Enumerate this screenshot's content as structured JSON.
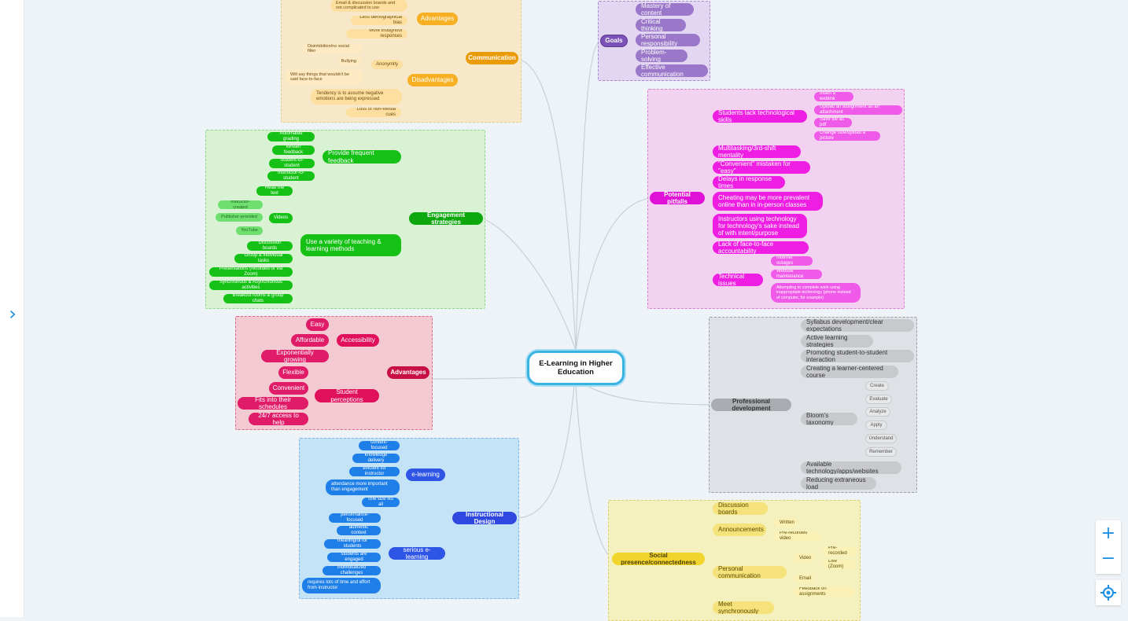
{
  "central": "E-Learning in Higher Education",
  "communication": {
    "title": "Communication",
    "advantages": {
      "label": "Advantages",
      "items": [
        "Email & discussion boards and not complicated to use",
        "Less demographical bias",
        "More thoughtful responses"
      ]
    },
    "disadvantages": {
      "label": "Disadvantages",
      "anonymity": {
        "label": "Anonymity",
        "items": [
          "Disinhibition/no social filter",
          "Bullying",
          "Will say things that wouldn't be said face-to-face"
        ]
      },
      "items": [
        "Tendency is to assume negative emotions are being expressed",
        "Loss of non-verbal cues"
      ]
    }
  },
  "goals": {
    "title": "Goals",
    "items": [
      "Mastery of content",
      "Critical thinking",
      "Personal responsibility",
      "Problem-solving",
      "Effective communication"
    ]
  },
  "pitfalls": {
    "title": "Potential pitfalls",
    "tech_skills": {
      "label": "Students lack technological skills",
      "items": [
        "Insert a weblink",
        "Upload an assignment as an attachment",
        "Save file as pdf",
        "Change size/upload a picture"
      ]
    },
    "items": [
      "Multitasking/3rd-shift mentality",
      "\"Convenient\" mistaken for \"easy\"",
      "Delays in response times",
      "Cheating may be more prevalent online than in in-person classes",
      "Instructors using technology for technology's sake instead of with intent/purpose",
      "Lack of face-to-face accountability"
    ],
    "technical": {
      "label": "Technical issues",
      "items": [
        "Internet outages",
        "Website maintenance",
        "Attempting to complete work using inappropriate technology (phone instead of computer, for example)"
      ]
    }
  },
  "engagement": {
    "title": "Engagement strategies",
    "feedback": {
      "label": "Provide frequent feedback",
      "items": [
        "Automated grading",
        "Written feedback",
        "Student-to-student",
        "Instructor-to-student"
      ]
    },
    "variety": {
      "label": "Use a variety of teaching & learning methods",
      "read": "Read the text",
      "videos": {
        "label": "Videos",
        "items": [
          "Instructor-created",
          "Publisher-provided",
          "YouTube"
        ]
      },
      "items": [
        "Discussion boards",
        "Group & individual tasks",
        "Presentations (recorded or via Zoom)",
        "Synchronous & Asynchronous activities",
        "Breakout rooms & group chats"
      ]
    }
  },
  "advantages": {
    "title": "Advantages",
    "accessibility": {
      "label": "Accessibility",
      "items": [
        "Easy",
        "Affordable",
        "Exponentially growing"
      ]
    },
    "perceptions": {
      "label": "Student perceptions",
      "items": [
        "Flexible",
        "Convenient",
        "Fits into their schedules",
        "24/7 access to help"
      ]
    }
  },
  "professional": {
    "title": "Professional development",
    "items_top": [
      "Syllabus development/clear expectations",
      "Active learning strategies",
      "Promoting student-to-student interaction",
      "Creating a learner-centered course"
    ],
    "bloom": {
      "label": "Bloom's taxonomy",
      "items": [
        "Create",
        "Evaluate",
        "Analyze",
        "Apply",
        "Understand",
        "Remember"
      ]
    },
    "items_bottom": [
      "Available technology/apps/websites",
      "Reducing extraneous load"
    ]
  },
  "instructional": {
    "title": "Instructional Design",
    "elearning": {
      "label": "e-learning",
      "items": [
        "content-focused",
        "knowledge delivery",
        "efficient for instructor",
        "attendance more important than engagement",
        "one size fits all"
      ]
    },
    "serious": {
      "label": "serious e-learning",
      "items": [
        "performance-focused",
        "authentic context",
        "meaningful for students",
        "students are engaged",
        "individualized challenges",
        "requires lots of time and effort from instructor"
      ]
    }
  },
  "social": {
    "title": "Social presence/connectedness",
    "discussion": "Discussion boards",
    "announcements": {
      "label": "Announcements",
      "items": [
        "Written",
        "Pre-recorded video"
      ]
    },
    "personal": {
      "label": "Personal communication",
      "video": {
        "label": "Video",
        "items": [
          "Pre-recorded",
          "Live (Zoom)"
        ]
      },
      "items": [
        "Email",
        "Feedback on assignments"
      ]
    },
    "meet": "Meet synchronously"
  },
  "colors": {
    "accent": "#1a8fe3",
    "central_border": "#37b3e3"
  },
  "controls": {
    "sidebar_toggle": "›",
    "zoom_in": "+",
    "zoom_out": "−"
  },
  "icons": {
    "sidebar_toggle": "chevron-right-icon",
    "zoom_in": "plus-icon",
    "zoom_out": "minus-icon",
    "locate": "crosshair-icon"
  }
}
